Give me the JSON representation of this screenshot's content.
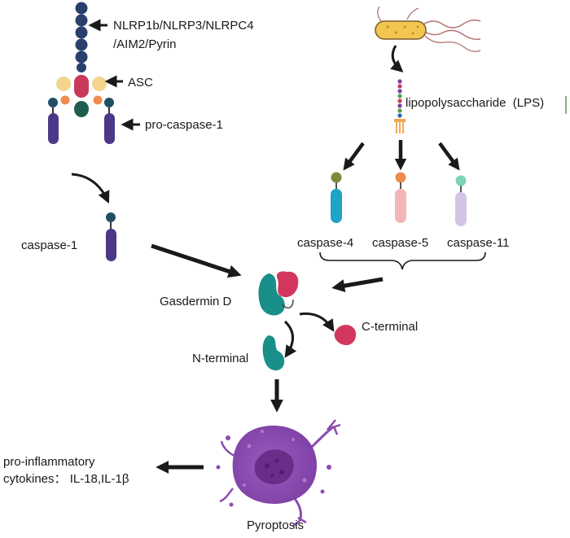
{
  "labels": {
    "nlrp_line1": "NLRP1b/NLRP3/NLRPC4",
    "nlrp_line2": "/AIM2/Pyrin",
    "asc": "ASC",
    "pro_caspase": "pro-caspase-1",
    "lps": "lipopolysaccharide  (LPS)",
    "caspase4": "caspase-4",
    "caspase5": "caspase-5",
    "caspase11": "caspase-11",
    "caspase1": "caspase-1",
    "gasdermin": "Gasdermin D",
    "cterminal": "C-terminal",
    "nterminal": "N-terminal",
    "cytokines_line1": "pro-inflammatory",
    "cytokines_line2": "cytokines： IL-18,IL-1β",
    "pyroptosis": "Pyroptosis"
  },
  "colors": {
    "nlrp": "#2a3f6b",
    "asc_pyd": "#f4d58d",
    "asc_card": "#c93a5a",
    "asc_orange": "#ee8c4e",
    "caspase1_body": "#4b3887",
    "caspase1_head": "#1f4f62",
    "caspase4_body": "#1fa3c7",
    "caspase4_head": "#7d8a3a",
    "caspase5_body": "#f2b6b6",
    "caspase5_head": "#ee8c4e",
    "caspase11_body": "#d4c4e6",
    "caspase11_head": "#7bd4ba",
    "gasdermin_n": "#1a8f8a",
    "gasdermin_c": "#d3375f",
    "cell": "#8d4bb0",
    "bacterium": "#f2c550"
  }
}
